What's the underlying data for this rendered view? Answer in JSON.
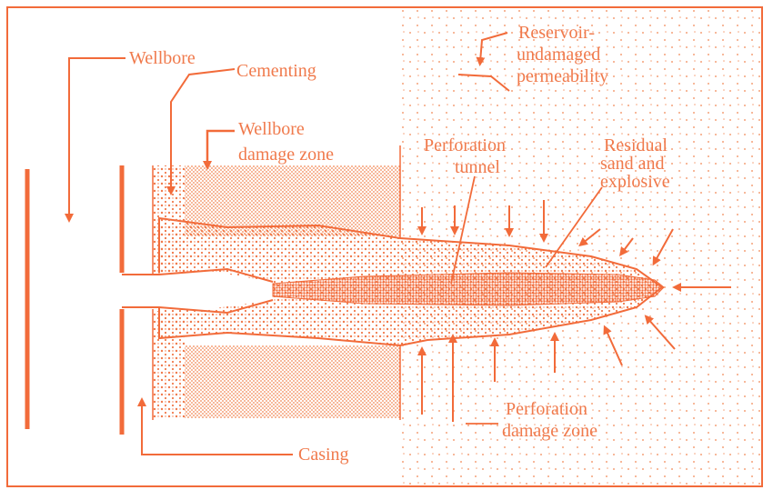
{
  "colors": {
    "accent": "#f07a4c",
    "line": "#f26b3a",
    "dot": "#f5a27a",
    "background": "#ffffff"
  },
  "labels": {
    "wellbore": "Wellbore",
    "cementing": "Cementing",
    "wellbore_damage_line1": "Wellbore",
    "wellbore_damage_line2": "damage zone",
    "reservoir_line1": "Reservoir-",
    "reservoir_line2": "undamaged",
    "reservoir_line3": "permeability",
    "tunnel_line1": "Perforation",
    "tunnel_line2": "tunnel",
    "residual_line1": "Residual",
    "residual_line2": "sand and",
    "residual_line3": "explosive",
    "perf_damage_line1": "Perforation",
    "perf_damage_line2": "damage zone",
    "casing": "Casing"
  }
}
